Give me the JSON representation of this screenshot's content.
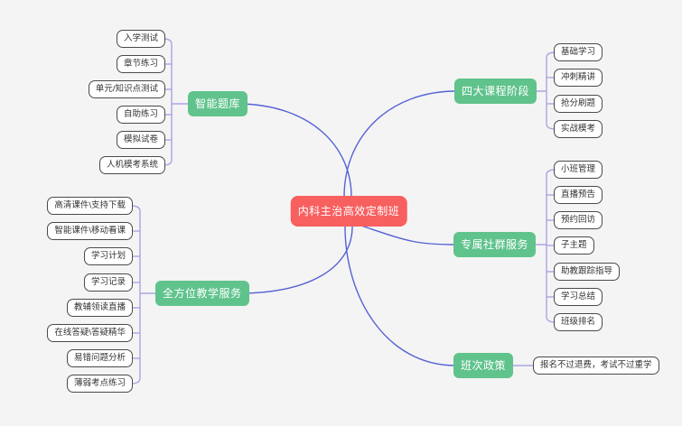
{
  "root": {
    "label": "内科主治高效定制班"
  },
  "branches": [
    {
      "label": "智能题库",
      "side": "left-top",
      "children": [
        "入学测试",
        "章节练习",
        "单元/知识点测试",
        "自助练习",
        "模拟试卷",
        "人机模考系统"
      ]
    },
    {
      "label": "全方位教学服务",
      "side": "left-bottom",
      "children": [
        "高清课件\\支持下载",
        "智能课件\\移动看课",
        "学习计划",
        "学习记录",
        "教辅领读直播",
        "在线答疑\\答疑精华",
        "易错问题分析",
        "薄弱考点练习"
      ]
    },
    {
      "label": "四大课程阶段",
      "side": "right-top",
      "children": [
        "基础学习",
        "冲刺精讲",
        "抢分刷题",
        "实战模考"
      ]
    },
    {
      "label": "专属社群服务",
      "side": "right-middle",
      "children": [
        "小班管理",
        "直播预告",
        "预约回访",
        "子主题",
        "助教跟踪指导",
        "学习总结",
        "班级排名"
      ]
    },
    {
      "label": "班次政策",
      "side": "right-bottom",
      "children": [
        "报名不过退费，考试不过重学"
      ]
    }
  ],
  "colors": {
    "background": "#f4f4f4",
    "root_fill": "#f85f5f",
    "branch_fill": "#60c38c",
    "node_text": "#ffffff",
    "leaf_fill": "#ffffff",
    "leaf_border": "#4a4a4a",
    "leaf_text": "#333333",
    "center_link": "#5462d4",
    "branch_link": "#aba5e4"
  }
}
